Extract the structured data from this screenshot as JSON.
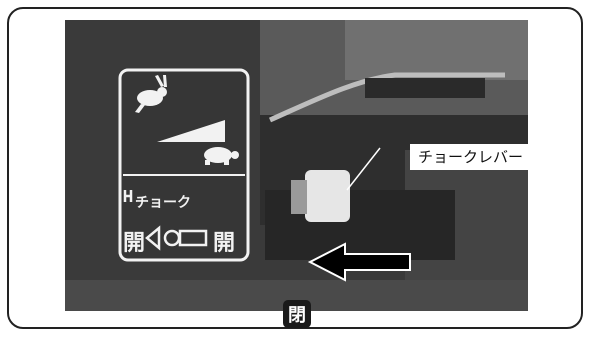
{
  "sticker": {
    "choke_label": "チョーク",
    "open_left": "開",
    "open_right": "開"
  },
  "callout": {
    "label": "チョークレバー"
  },
  "closed_badge": {
    "label": "閉"
  },
  "icons": [
    "rabbit-icon",
    "turtle-icon",
    "throttle-wedge-icon",
    "choke-symbol-icon",
    "choke-direction-arrow-icon",
    "push-direction-arrow-icon"
  ],
  "colors": {
    "photo_dark": "#3b3b3b",
    "sticker_line": "#f2f2f2",
    "arrow_fill": "#000000",
    "badge_bg": "#1a1a1a"
  }
}
